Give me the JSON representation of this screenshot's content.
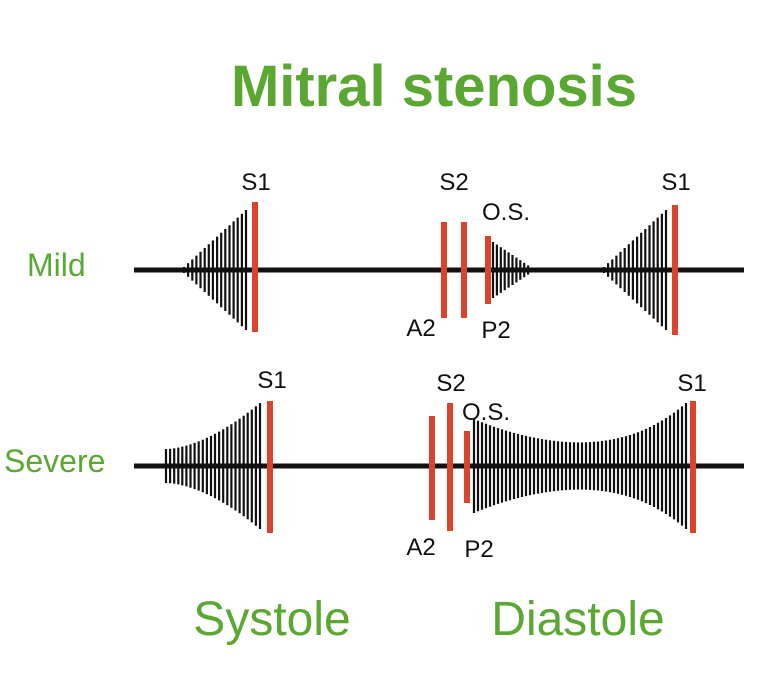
{
  "title": "Mitral stenosis",
  "rows": {
    "mild": {
      "label": "Mild",
      "s1_left": "S1",
      "s2": "S2",
      "os": "O.S.",
      "a2": "A2",
      "p2": "P2",
      "s1_right": "S1"
    },
    "severe": {
      "label": "Severe",
      "s1_left": "S1",
      "s2": "S2",
      "os": "O.S.",
      "a2": "A2",
      "p2": "P2",
      "s1_right": "S1"
    }
  },
  "phases": {
    "systole": "Systole",
    "diastole": "Diastole"
  },
  "colors": {
    "accent_green": "#5aa832",
    "heart_sound_red": "#d9442b",
    "murmur_black": "#111111"
  }
}
